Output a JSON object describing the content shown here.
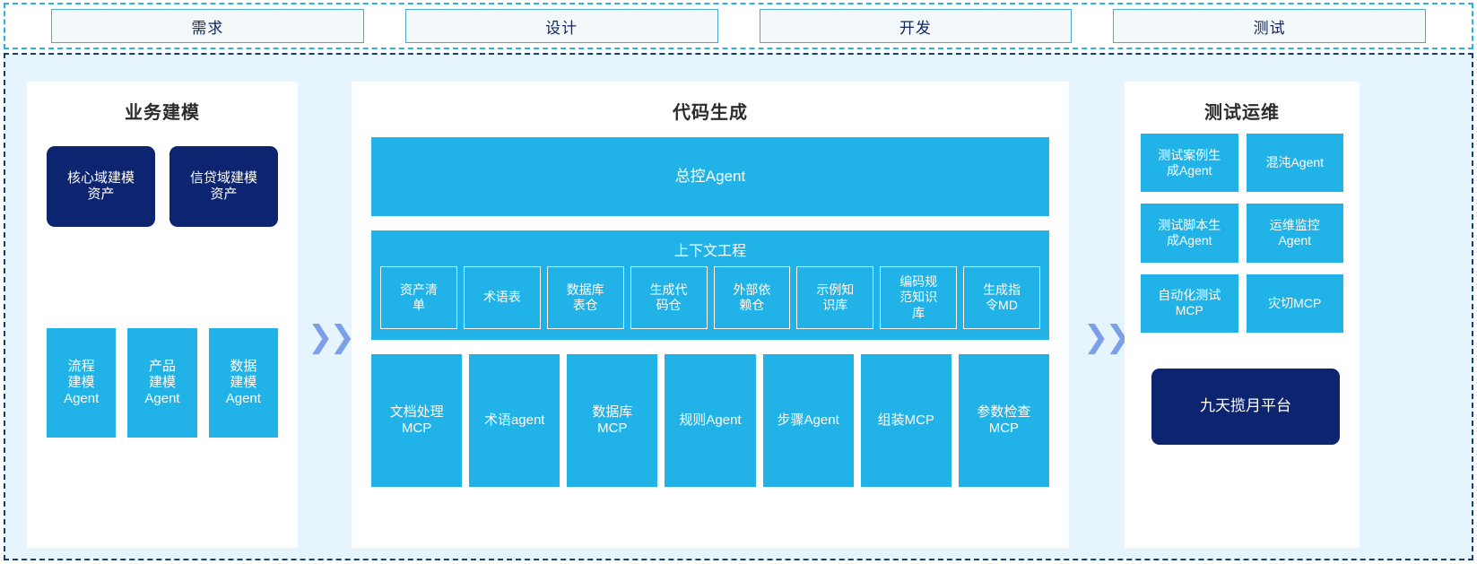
{
  "stages": {
    "items": [
      {
        "label": "需求"
      },
      {
        "label": "设计"
      },
      {
        "label": "开发"
      },
      {
        "label": "测试"
      }
    ]
  },
  "chevrons": {
    "glyph": "❯❯",
    "color": "#7d9fe8"
  },
  "colors": {
    "accent_blue": "#21b3e8",
    "navy": "#0d2570",
    "frame_blue": "#2bb3e0",
    "frame_navy": "#15406b",
    "panel_bg": "#ffffff",
    "body_bg": "#e6f4fd",
    "stage_bg": "#f3f8fb"
  },
  "panels": {
    "business": {
      "title": "业务建模",
      "assets": [
        {
          "label": "核心域建模\n资产"
        },
        {
          "label": "信贷域建模\n资产"
        }
      ],
      "agents": [
        {
          "label": "流程\n建模\nAgent"
        },
        {
          "label": "产品\n建模\nAgent"
        },
        {
          "label": "数据\n建模\nAgent"
        }
      ]
    },
    "codegen": {
      "title": "代码生成",
      "master_agent": "总控Agent",
      "context": {
        "title": "上下文工程",
        "items": [
          {
            "label": "资产清\n单"
          },
          {
            "label": "术语表"
          },
          {
            "label": "数据库\n表仓"
          },
          {
            "label": "生成代\n码仓"
          },
          {
            "label": "外部依\n赖仓"
          },
          {
            "label": "示例知\n识库"
          },
          {
            "label": "编码规\n范知识\n库"
          },
          {
            "label": "生成指\n令MD"
          }
        ]
      },
      "tools": [
        {
          "label": "文档处理\nMCP"
        },
        {
          "label": "术语agent"
        },
        {
          "label": "数据库\nMCP"
        },
        {
          "label": "规则Agent"
        },
        {
          "label": "步骤Agent"
        },
        {
          "label": "组装MCP"
        },
        {
          "label": "参数检查\nMCP"
        }
      ]
    },
    "testops": {
      "title": "测试运维",
      "items": [
        {
          "label": "测试案例生\n成Agent"
        },
        {
          "label": "混沌Agent"
        },
        {
          "label": "测试脚本生\n成Agent"
        },
        {
          "label": "运维监控\nAgent"
        },
        {
          "label": "自动化测试\nMCP"
        },
        {
          "label": "灾切MCP"
        }
      ],
      "platform": "九天揽月平台"
    }
  }
}
